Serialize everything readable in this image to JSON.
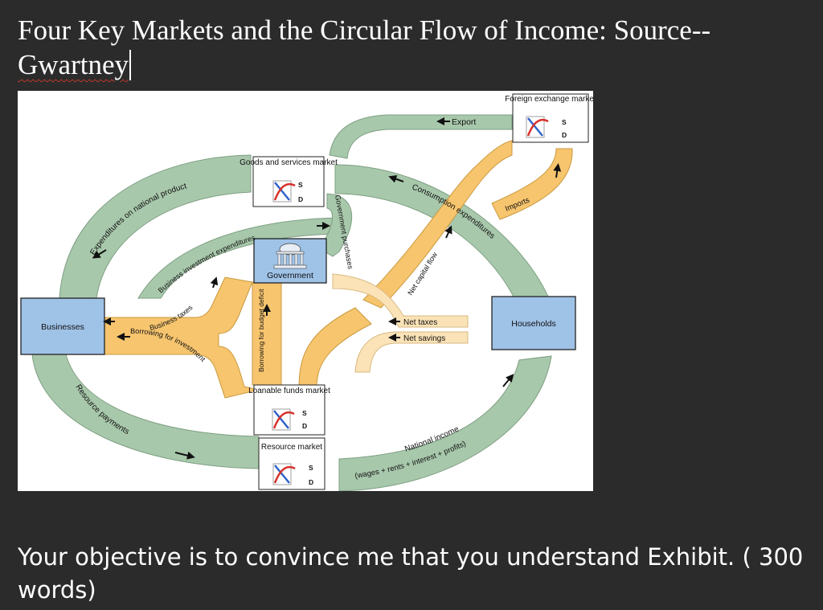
{
  "header": {
    "title_main": "Four Key Markets and the Circular Flow of Income: Source--",
    "title_source": "Gwartney"
  },
  "prompt": {
    "text": "Your objective is to convince me that you understand Exhibit. ( 300 words)"
  },
  "diagram": {
    "markets": {
      "goods_services": "Goods and services market",
      "foreign_exchange": "Foreign exchange market",
      "loanable_funds": "Loanable funds market",
      "resource": "Resource market",
      "supply_letter": "S",
      "demand_letter": "D"
    },
    "sectors": {
      "businesses": "Businesses",
      "households": "Households",
      "government": "Government"
    },
    "flows": {
      "expenditures": "Expenditures on national product",
      "business_investment": "Business investment expenditures",
      "government_purchases": "Government purchases",
      "consumption": "Consumption expenditures",
      "export": "Export",
      "imports": "Imports",
      "net_capital_flow": "Net capital flow",
      "net_taxes": "Net taxes",
      "net_savings": "Net savings",
      "business_taxes": "Business taxes",
      "borrowing_investment": "Borrowing for investment",
      "budget_deficit": "Borrowing for budget deficit",
      "resource_payments": "Resource payments",
      "national_income": "National income",
      "national_income_detail": "(wages + rents + interest + profits)"
    },
    "colors": {
      "green_flow": "#a8c8ab",
      "orange_flow": "#f7c56e",
      "light_orange_flow": "#fbe3b7",
      "sector_box": "#9fc2e7",
      "supply_curve": "#2f63c9",
      "demand_curve": "#d6312b"
    }
  }
}
